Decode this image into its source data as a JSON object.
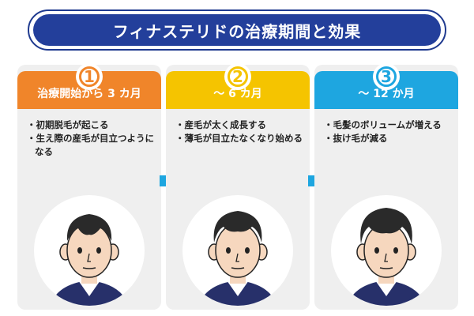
{
  "title": "フィナステリドの治療期間と効果",
  "steps": [
    {
      "number": "1",
      "period": "治療開始から 3 カ月",
      "color": "#f0852a",
      "items": [
        "初期脱毛が起こる",
        "生え際の産毛が目立つようになる"
      ]
    },
    {
      "number": "2",
      "period": "〜 6 カ月",
      "color": "#f5c400",
      "items": [
        "産毛が太く成長する",
        "薄毛が目立たなくなり始める"
      ]
    },
    {
      "number": "3",
      "period": "〜 12 か月",
      "color": "#1ea6e0",
      "items": [
        "毛髪のボリュームが増える",
        "抜け毛が減る"
      ]
    }
  ],
  "arrow_color": "#1ea6e0",
  "icons": [
    "arrow-right-icon",
    "face-illustration"
  ]
}
